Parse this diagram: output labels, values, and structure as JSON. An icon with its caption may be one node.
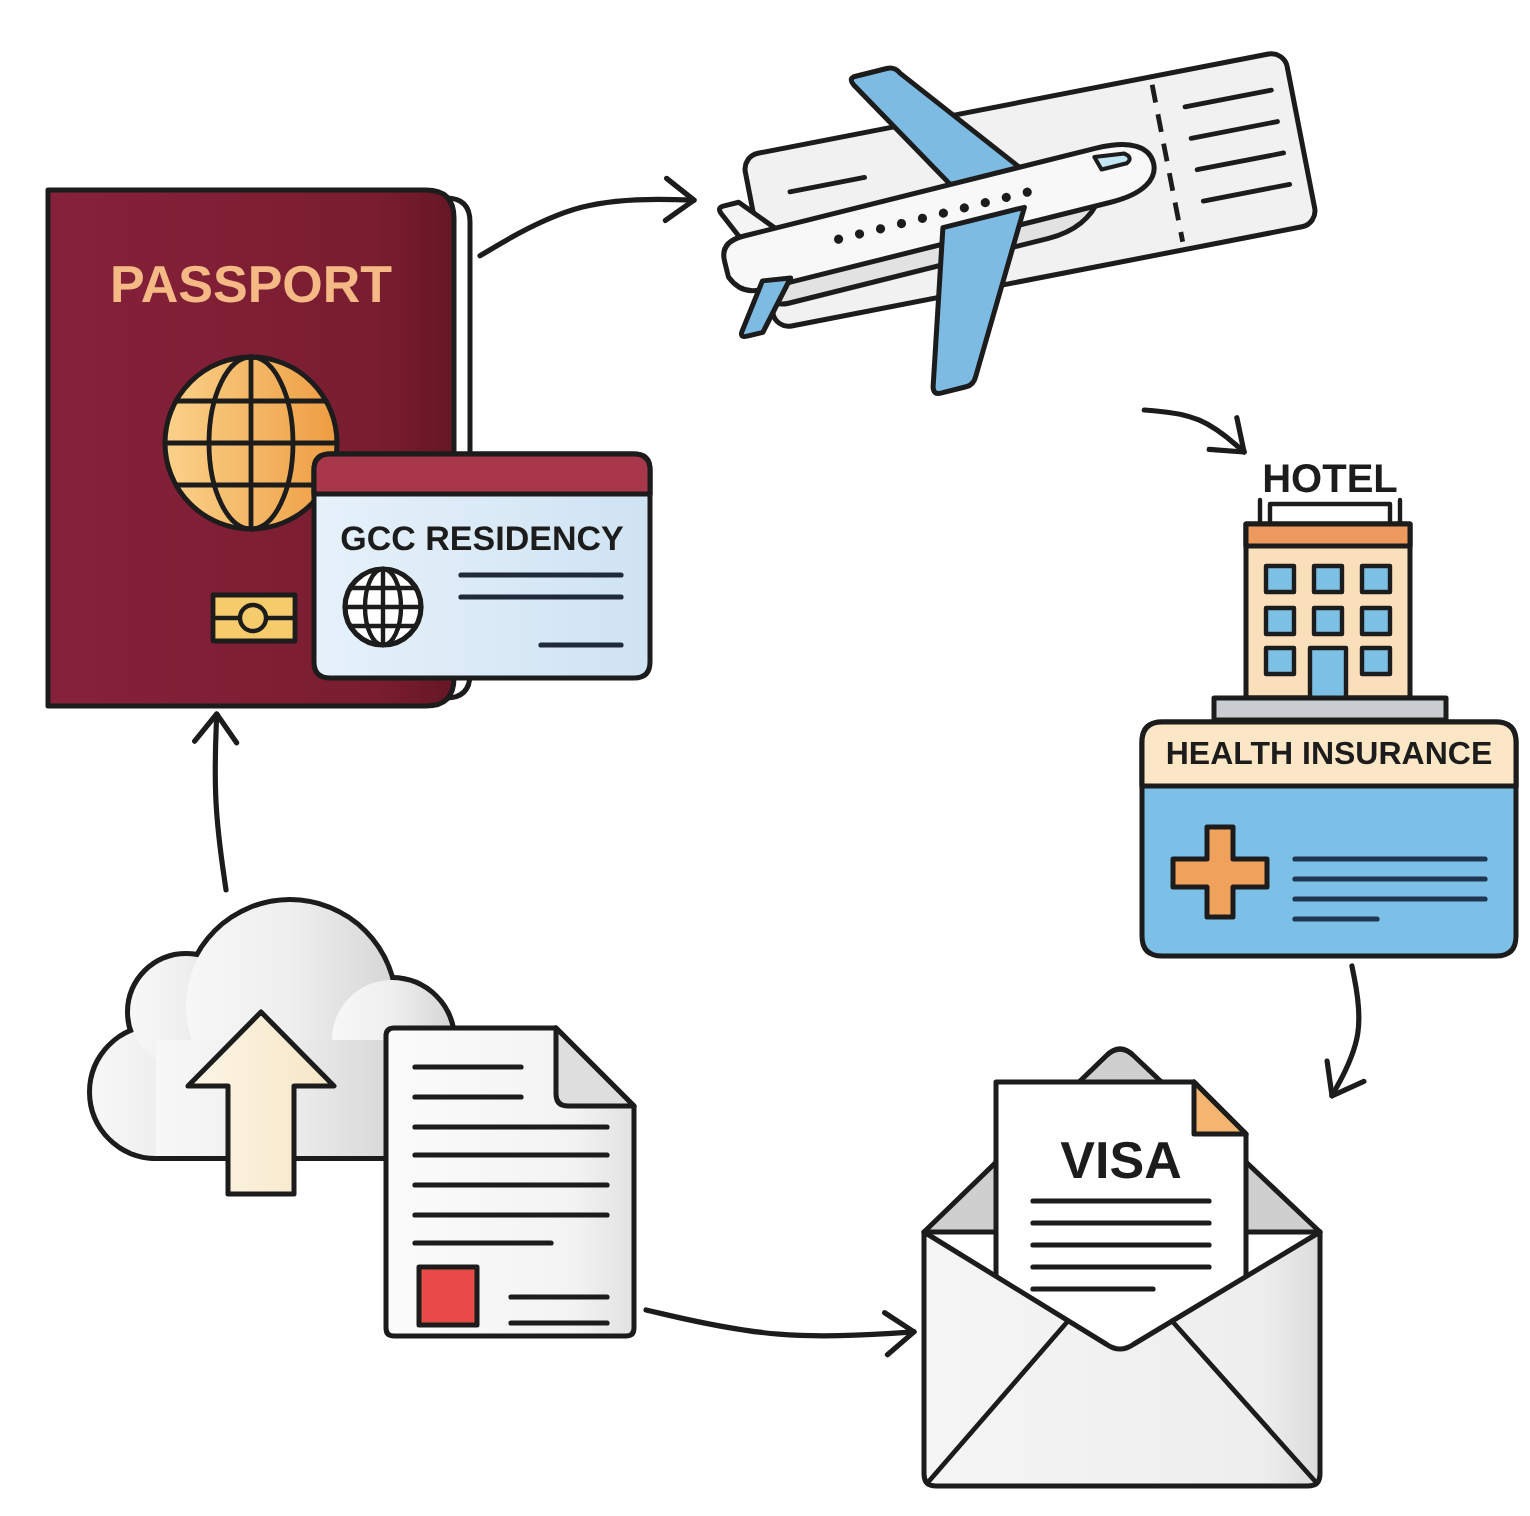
{
  "diagram": {
    "nodes": [
      {
        "text": [
          "PASSPORT"
        ]
      },
      {
        "text": [
          "GCC RESIDENCY"
        ]
      },
      {
        "text": [],
        "shape": "picture"
      },
      {
        "text": [
          "HOTEL"
        ]
      },
      {
        "text": [
          "HEALTH INSURANCE"
        ]
      },
      {
        "text": [],
        "shape": "cloud"
      },
      {
        "text": [],
        "shape": "picture"
      },
      {
        "text": [
          "VISA"
        ]
      }
    ],
    "edges": [
      {
        "from": 5,
        "to": 0,
        "arrow": "to"
      },
      {
        "from": 0,
        "to": 2,
        "arrow": "to"
      },
      {
        "from": 2,
        "to": 3,
        "arrow": "to"
      },
      {
        "from": 4,
        "to": 7,
        "arrow": "to"
      },
      {
        "from": 6,
        "to": 7,
        "arrow": "to"
      }
    ]
  }
}
